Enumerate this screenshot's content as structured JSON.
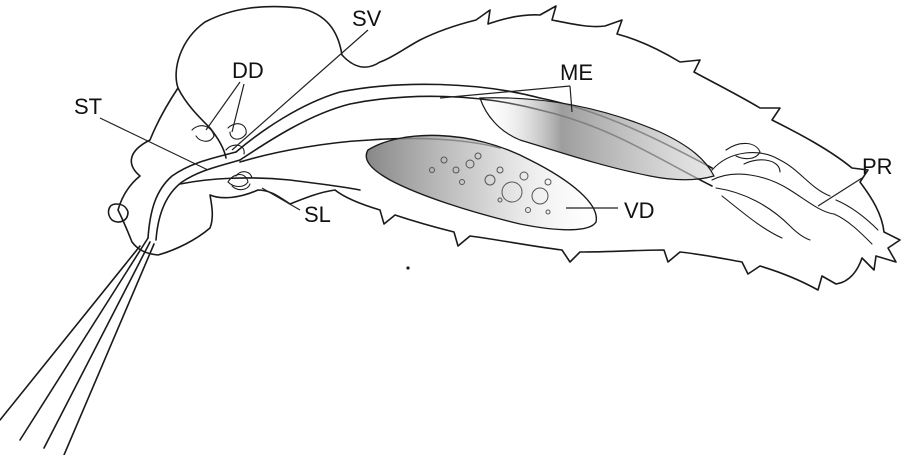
{
  "labels": {
    "dd": "DD",
    "sv": "SV",
    "st": "ST",
    "me": "ME",
    "sl": "SL",
    "vd": "VD",
    "pr": "PR"
  },
  "colors": {
    "line": "#1a1a1a",
    "shade": "#9a9a9a",
    "background": "#ffffff"
  }
}
